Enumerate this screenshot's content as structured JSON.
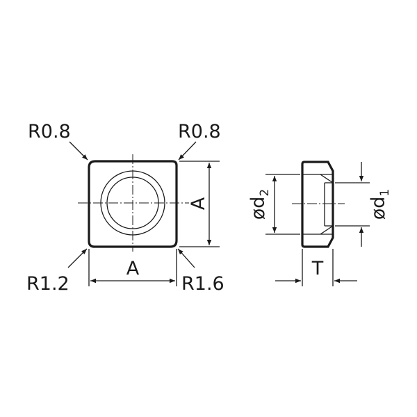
{
  "labels": {
    "corner_top_left": "R0.8",
    "corner_top_right": "R0.8",
    "corner_bottom_left": "R1.2",
    "corner_bottom_right": "R1.6",
    "width_a": "A",
    "height_a": "A",
    "thickness": "T",
    "d2_prefix": "ød",
    "d2_index": "2",
    "d1_prefix": "ød",
    "d1_index": "1"
  },
  "colors": {
    "line": "#1a1a1a",
    "background": "#ffffff"
  }
}
